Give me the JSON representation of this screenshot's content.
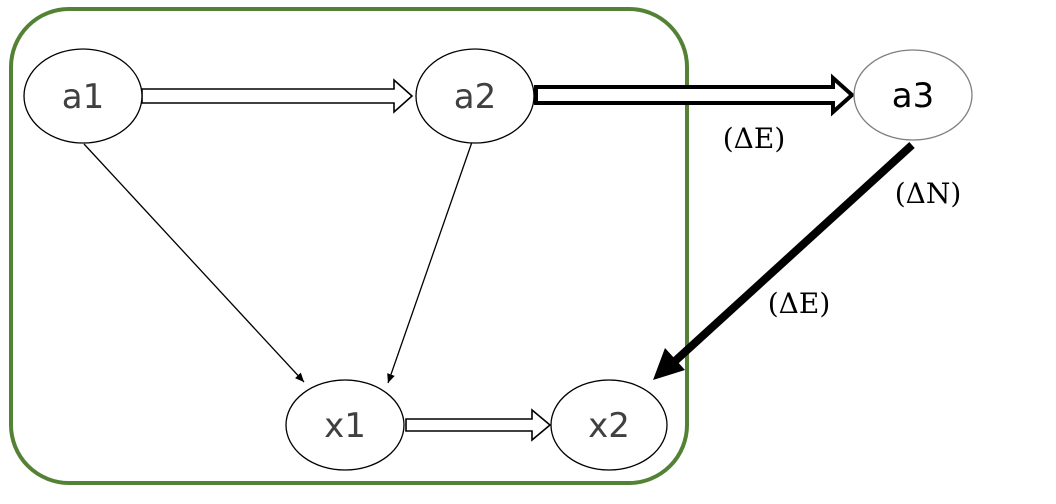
{
  "nodes": {
    "a1": {
      "label": "a1"
    },
    "a2": {
      "label": "a2"
    },
    "a3": {
      "label": "a3"
    },
    "x1": {
      "label": "x1"
    },
    "x2": {
      "label": "x2"
    }
  },
  "edge_labels": {
    "a2_a3": "(ΔE)",
    "a3_x2_top": "(ΔN)",
    "a3_x2_bottom": "(ΔE)"
  },
  "colors": {
    "group_border": "#548235",
    "node_stroke": "#000000",
    "a3_stroke": "#7f7f7f",
    "edge": "#000000"
  }
}
